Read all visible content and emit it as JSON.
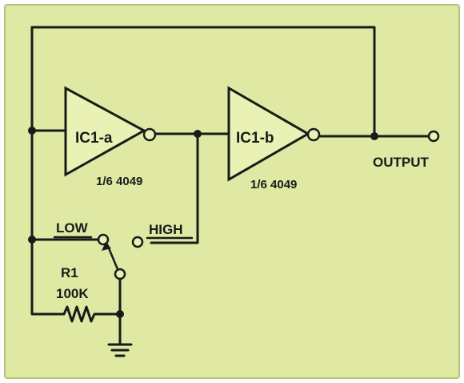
{
  "colors": {
    "panel": "#dfe9a4",
    "ink": "#1a1a1a",
    "page": "#fdfdfd"
  },
  "gates": {
    "a": {
      "label": "IC1-a",
      "part": "1/6  4049"
    },
    "b": {
      "label": "IC1-b",
      "part": "1/6  4049"
    }
  },
  "output_label": "OUTPUT",
  "switch": {
    "low_label": "LOW",
    "high_label": "HIGH"
  },
  "resistor": {
    "name": "R1",
    "value": "100K"
  },
  "ground_icon": "ground-icon"
}
